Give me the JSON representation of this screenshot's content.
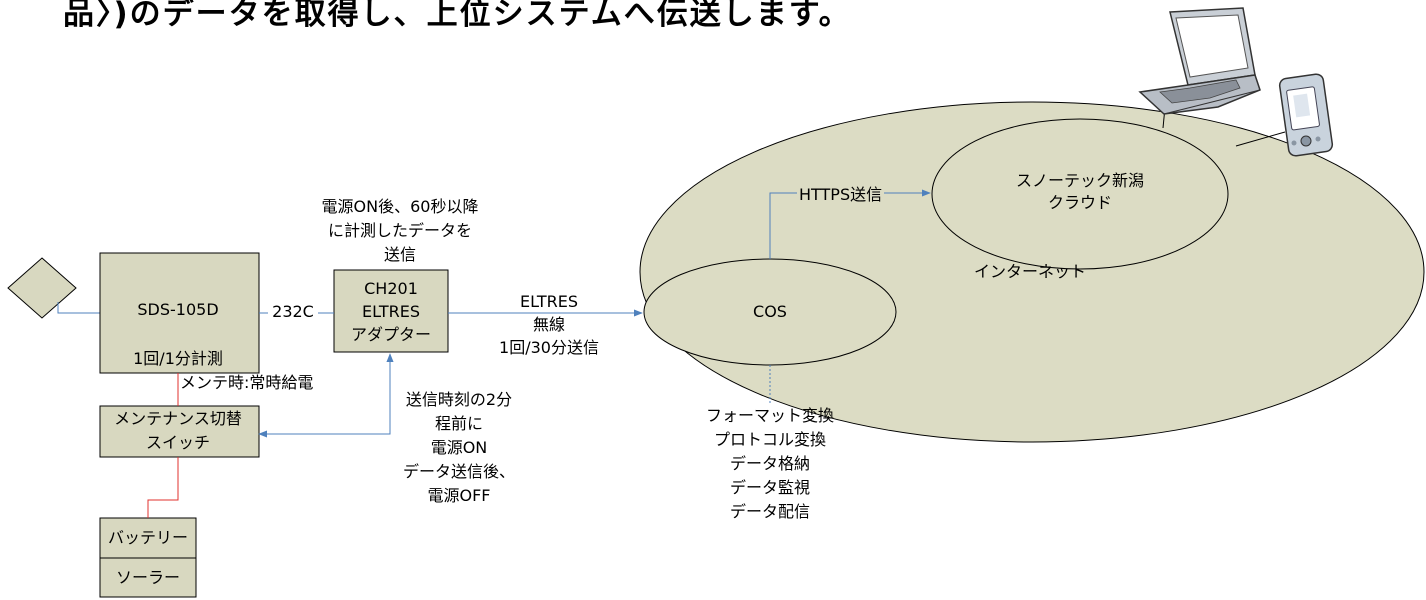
{
  "header": {
    "title": "品〉)のデータを取得し、上位システムへ伝送します。"
  },
  "nodes": {
    "sds": {
      "name": "SDS-105D",
      "note": "1回/1分計測"
    },
    "adapter": {
      "line1": "CH201",
      "line2": "ELTRES",
      "line3": "アダプター"
    },
    "maintenance_switch": {
      "line1": "メンテナンス切替",
      "line2": "スイッチ"
    },
    "battery": "バッテリー",
    "solar": "ソーラー",
    "cos": "COS",
    "cloud": {
      "line1": "スノーテック新潟",
      "line2": "クラウド"
    },
    "internet": "インターネット"
  },
  "labels": {
    "serial": "232C",
    "adapter_note": [
      "電源ON後、60秒以降",
      "に計測したデータを",
      "送信"
    ],
    "radio": [
      "ELTRES",
      "無線",
      "1回/30分送信"
    ],
    "maintenance_power": "メンテ時:常時給電",
    "power_control": [
      "送信時刻の2分",
      "程前に",
      "電源ON",
      "データ送信後、",
      "電源OFF"
    ],
    "https": "HTTPS送信",
    "cos_functions": [
      "フォーマット変換",
      "プロトコル変換",
      "データ格納",
      "データ監視",
      "データ配信"
    ]
  },
  "colors": {
    "box_fill": "#d8d8c0",
    "ellipse_fill": "#dcdcc4",
    "blue_line": "#4f81bd",
    "red_line": "#e0302e"
  },
  "icons": [
    "sensor-icon",
    "laptop-icon",
    "pda-icon"
  ]
}
